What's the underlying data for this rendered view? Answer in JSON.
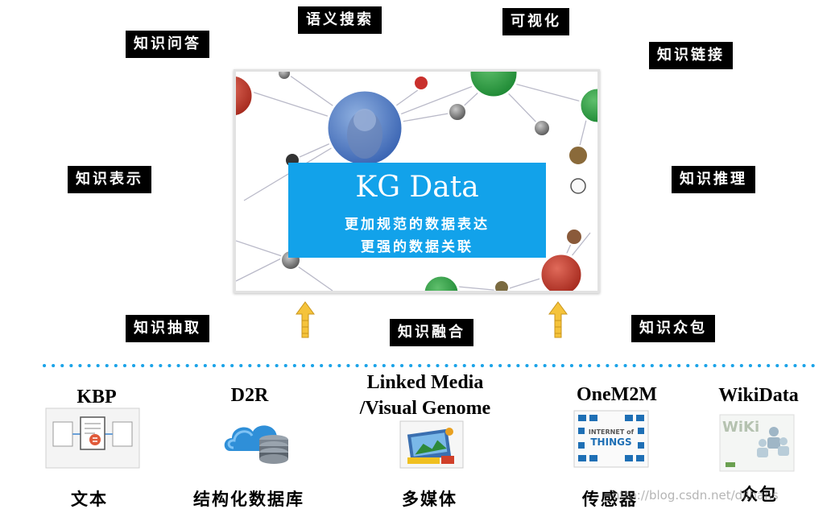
{
  "tasks": {
    "knowledge_qa": "知识问答",
    "semantic_search": "语义搜索",
    "visualization": "可视化",
    "knowledge_linking": "知识链接",
    "knowledge_representation": "知识表示",
    "knowledge_reasoning": "知识推理",
    "knowledge_extraction": "知识抽取",
    "knowledge_fusion": "知识融合",
    "knowledge_crowdsourcing": "知识众包"
  },
  "kg": {
    "title": "KG Data",
    "line1": "更加规范的数据表达",
    "line2": "更强的数据关联"
  },
  "sources": [
    {
      "name": "KBP",
      "label": "文本",
      "icon": "document-icon"
    },
    {
      "name": "D2R",
      "label": "结构化数据库",
      "icon": "cloud-database-icon"
    },
    {
      "name": "Linked Media",
      "name2": "/Visual Genome",
      "label": "多媒体",
      "icon": "multimedia-icon"
    },
    {
      "name": "OneM2M",
      "label": "传感器",
      "icon": "internet-of-things-icon",
      "badge": "INTERNET of THINGS"
    },
    {
      "name": "WikiData",
      "label": "众包",
      "icon": "wiki-icon",
      "badge": "WiKi"
    }
  ],
  "watermark": "http://blog.csdn.net/dllhans",
  "colors": {
    "kg_box": "#12a2ea",
    "tag_bg": "#000000",
    "dotted_line": "#1aa3e8",
    "arrow": "#f5c33b"
  }
}
